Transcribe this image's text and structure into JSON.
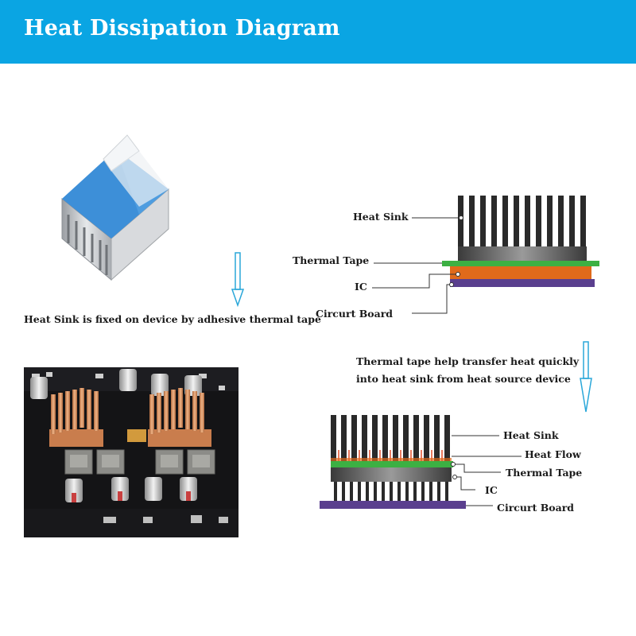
{
  "header": {
    "title": "Heat Dissipation Diagram"
  },
  "captions": {
    "fixed": "Heat Sink is fixed on device by adhesive thermal tape",
    "transfer_line1": "Thermal tape help transfer heat quickly",
    "transfer_line2": "into heat sink from heat source device"
  },
  "diagram_top": {
    "labels": {
      "heat_sink": "Heat Sink",
      "thermal_tape": "Thermal Tape",
      "ic": "IC",
      "circuit_board": "Circurt Board"
    }
  },
  "diagram_bottom": {
    "labels": {
      "heat_sink": "Heat Sink",
      "heat_flow": "Heat Flow",
      "thermal_tape": "Thermal Tape",
      "ic": "IC",
      "circuit_board": "Circurt Board"
    }
  },
  "colors": {
    "header": "#0aa5e3",
    "thermal_tape": "#3cb043",
    "ic": "#e06a1b",
    "circuit_board": "#5a3f8e",
    "arrow": "#2aa7d9",
    "heat_flow": "#e0431b"
  }
}
